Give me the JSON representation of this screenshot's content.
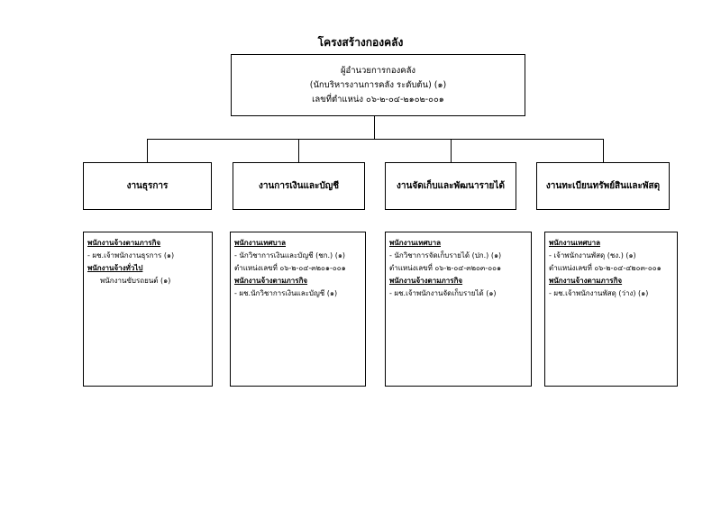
{
  "title": "โครงสร้างกองคลัง",
  "top": {
    "lines": [
      "ผู้อำนวยการกองคลัง",
      "(นักบริหารงานการคลัง ระดับต้น) (๑)",
      "เลขที่ตำแหน่ง ๐๖-๒-๐๔-๒๑๐๒-๐๐๑"
    ]
  },
  "departments": [
    {
      "name": "งานธุรการ",
      "lines": [
        {
          "text": "พนักงานจ้างตามภารกิจ",
          "heading": true
        },
        {
          "text": "- ผช.เจ้าพนักงานธุรการ (๑)",
          "heading": false
        },
        {
          "text": "พนักงานจ้างทั่วไป",
          "heading": true
        },
        {
          "text": "พนักงานขับรถยนต์ (๑)",
          "heading": false,
          "indent": true
        }
      ]
    },
    {
      "name": "งานการเงินและบัญชี",
      "lines": [
        {
          "text": "พนักงานเทศบาล",
          "heading": true
        },
        {
          "text": "- นักวิชาการเงินและบัญชี (ชก.) (๑)",
          "heading": false
        },
        {
          "text": "ตำแหน่งเลขที่ ๐๖-๒-๐๔-๓๒๐๑-๐๐๑",
          "heading": false
        },
        {
          "text": "พนักงานจ้างตามภารกิจ",
          "heading": true
        },
        {
          "text": "-  ผช.นักวิชาการเงินและบัญชี (๑)",
          "heading": false
        }
      ]
    },
    {
      "name": "งานจัดเก็บและพัฒนารายได้",
      "lines": [
        {
          "text": "พนักงานเทศบาล",
          "heading": true
        },
        {
          "text": "- นักวิชาการจัดเก็บรายได้ (ปก.) (๑)",
          "heading": false
        },
        {
          "text": "ตำแหน่งเลขที่ ๐๖-๒-๐๔-๓๒๐๓-๐๐๑",
          "heading": false
        },
        {
          "text": "พนักงานจ้างตามภารกิจ",
          "heading": true
        },
        {
          "text": "- ผช.เจ้าพนักงานจัดเก็บรายได้ (๑)",
          "heading": false
        }
      ]
    },
    {
      "name": "งานทะเบียนทรัพย์สินและพัสดุ",
      "lines": [
        {
          "text": "พนักงานเทศบาล",
          "heading": true
        },
        {
          "text": "-  เจ้าพนักงานพัสดุ (ชง.) (๑)",
          "heading": false
        },
        {
          "text": "ตำแหน่งเลขที่ ๐๖-๒-๐๔-๔๒๐๓-๐๐๑",
          "heading": false
        },
        {
          "text": "พนักงานจ้างตามภารกิจ",
          "heading": true
        },
        {
          "text": "-  ผช.เจ้าพนักงานพัสดุ (ว่าง)  (๑)",
          "heading": false
        }
      ]
    }
  ]
}
